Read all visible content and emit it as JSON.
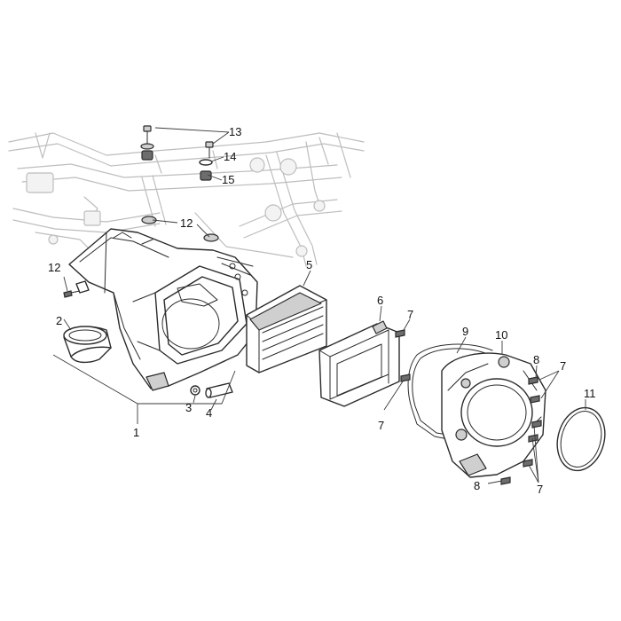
{
  "diagram": {
    "callouts": [
      {
        "id": "c1",
        "label": "1"
      },
      {
        "id": "c2",
        "label": "2"
      },
      {
        "id": "c3",
        "label": "3"
      },
      {
        "id": "c4",
        "label": "4"
      },
      {
        "id": "c5",
        "label": "5"
      },
      {
        "id": "c6",
        "label": "6"
      },
      {
        "id": "c7a",
        "label": "7"
      },
      {
        "id": "c7b",
        "label": "7"
      },
      {
        "id": "c7c",
        "label": "7"
      },
      {
        "id": "c7d",
        "label": "7"
      },
      {
        "id": "c8a",
        "label": "8"
      },
      {
        "id": "c8b",
        "label": "8"
      },
      {
        "id": "c9",
        "label": "9"
      },
      {
        "id": "c10",
        "label": "10"
      },
      {
        "id": "c11",
        "label": "11"
      },
      {
        "id": "c12a",
        "label": "12"
      },
      {
        "id": "c12b",
        "label": "12"
      },
      {
        "id": "c13",
        "label": "13"
      },
      {
        "id": "c14",
        "label": "14"
      },
      {
        "id": "c15",
        "label": "15"
      }
    ]
  }
}
